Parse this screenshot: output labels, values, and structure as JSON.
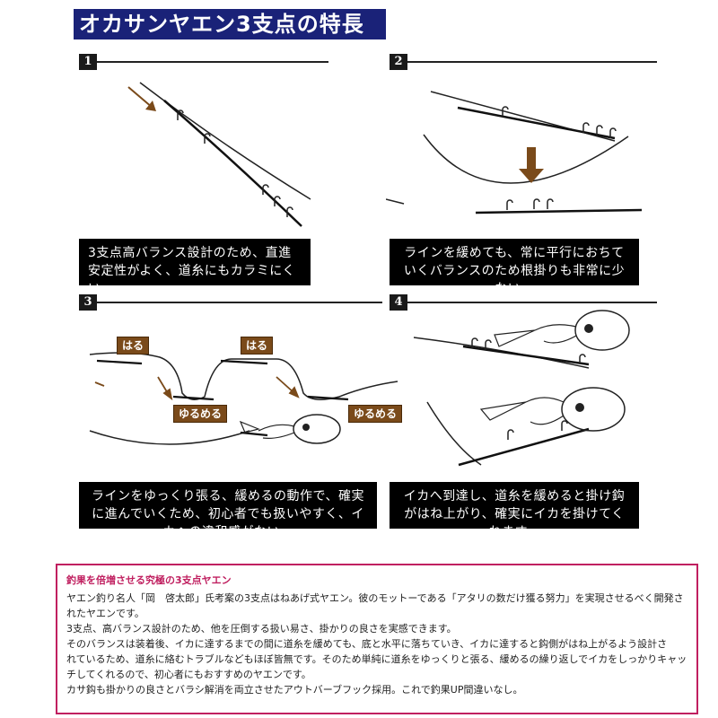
{
  "title": "オカサンヤエン3支点の特長",
  "steps": [
    {
      "num": "1",
      "caption": "3支点高バランス設計のため、直進安定性がよく、道糸にもカラミにくい。"
    },
    {
      "num": "2",
      "caption": "ラインを緩めても、常に平行におちていくバランスのため根掛りも非常に少ない。"
    },
    {
      "num": "3",
      "caption": "ラインをゆっくり張る、緩めるの動作で、確実に進んでいくため、初心者でも扱いやすく、イカへの違和感がない。"
    },
    {
      "num": "4",
      "caption": "イカへ到達し、道糸を緩めると掛け鈎がはね上がり、確実にイカを掛けてくれます。"
    }
  ],
  "panel3_tags": {
    "haru": "はる",
    "yurumeru": "ゆるめる"
  },
  "info": {
    "heading": "釣果を倍増させる究極の3支点ヤエン",
    "lines": [
      "ヤエン釣り名人「岡　啓太郎」氏考案の3支点はねあげ式ヤエン。彼のモットーである「アタリの数だけ獲る努力」を実現させるべく開発さ",
      "れたヤエンです。",
      "3支点、高バランス設計のため、他を圧倒する扱い易さ、掛かりの良さを実感できます。",
      "そのバランスは装着後、イカに達するまでの間に道糸を緩めても、底と水平に落ちていき、イカに達すると鈎側がはね上がるよう設計さ",
      "れているため、道糸に絡むトラブルなどもほぼ皆無です。そのため単純に道糸をゆっくりと張る、緩めるの繰り返しでイカをしっかりキャッ",
      "チしてくれるので、初心者にもおすすめのヤエンです。",
      "カサ鈎も掛かりの良さとバラシ解消を両立させたアウトバーブフック採用。これで釣果UP間違いなし。"
    ]
  },
  "colors": {
    "banner": "#1a2278",
    "accent": "#c02060",
    "arrow": "#7a4a1a"
  }
}
